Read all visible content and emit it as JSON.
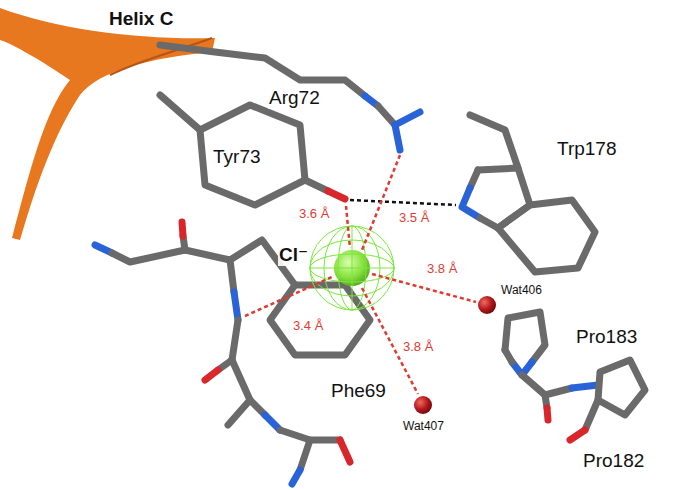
{
  "diagram": {
    "labels": [
      "Helix C",
      "Arg72",
      "Tyr73",
      "Trp178",
      "Cl⁻",
      "3.6 Å",
      "3.5 Å",
      "3.8 Å",
      "3.4 Å",
      "3.8 Å",
      "Wat406",
      "Pro183",
      "Phe69",
      "Wat407",
      "Pro182"
    ]
  }
}
